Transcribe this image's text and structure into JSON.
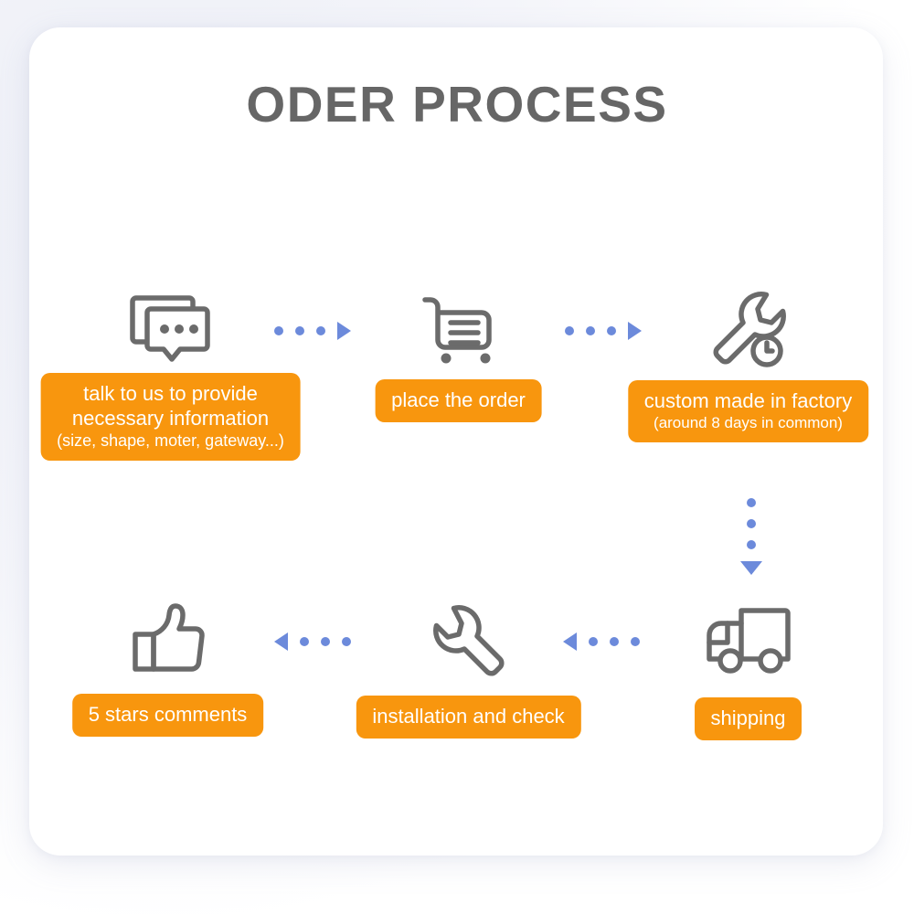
{
  "page": {
    "title": "ODER PROCESS",
    "background_color": "#ffffff",
    "card_color": "#ffffff",
    "title_color": "#666666",
    "accent_color": "#F8960E",
    "arrow_color": "#6C8ADB",
    "icon_color": "#6b6b6b"
  },
  "flow": {
    "steps": [
      {
        "id": "step-1",
        "icon": "chat-bubbles-icon",
        "label_line1": "talk to us to provide",
        "label_line2": "necessary information",
        "label_line3": "(size, shape, moter, gateway...)"
      },
      {
        "id": "step-2",
        "icon": "shopping-cart-icon",
        "label_line1": "place the order"
      },
      {
        "id": "step-3",
        "icon": "wrench-clock-icon",
        "label_line1": "custom made in factory",
        "sub": "(around 8 days in common)"
      },
      {
        "id": "step-4",
        "icon": "delivery-truck-icon",
        "label_line1": "shipping"
      },
      {
        "id": "step-5",
        "icon": "wrench-icon",
        "label_line1": "installation and check"
      },
      {
        "id": "step-6",
        "icon": "thumbs-up-icon",
        "label_line1": "5 stars comments"
      }
    ],
    "connectors": [
      {
        "id": "connector-1-2",
        "direction": "right",
        "dots": 3
      },
      {
        "id": "connector-2-3",
        "direction": "right",
        "dots": 3
      },
      {
        "id": "connector-3-4",
        "direction": "down",
        "dots": 3
      },
      {
        "id": "connector-4-5",
        "direction": "left",
        "dots": 3
      },
      {
        "id": "connector-5-6",
        "direction": "left",
        "dots": 3
      }
    ]
  }
}
